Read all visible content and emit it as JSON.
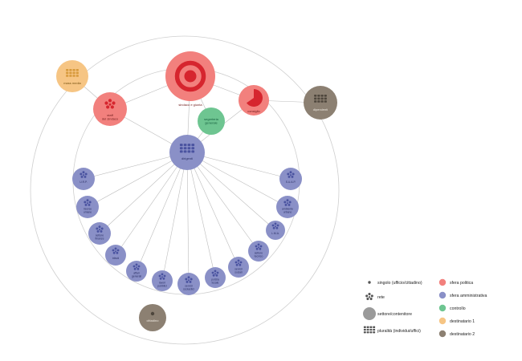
{
  "palette": {
    "politica": "#F2807D",
    "politica_dark": "#D6252E",
    "amministrativa": "#8A90C7",
    "amministrativa_dark": "#4A53A0",
    "controllo": "#6EC591",
    "destinatario1": "#F6C584",
    "destinatario1_dark": "#D79A3C",
    "destinatario2": "#8C8072",
    "destinatario2_dark": "#4E463C",
    "contenitore": "#9A9A9A",
    "icona": "#555555"
  },
  "diagram": {
    "nodes": {
      "mass_media": {
        "label": "mass media"
      },
      "staff": {
        "label": "staff\ndel sindaco"
      },
      "sindaco": {
        "label": "sindaco e giunta"
      },
      "consiglio": {
        "label": "consiglio"
      },
      "segreteria": {
        "label": "segreteria\ngenerale"
      },
      "dirigenti": {
        "label": "dirigenti"
      },
      "dipendenti": {
        "label": "dipendenti"
      },
      "cittadino": {
        "label": "cittadino"
      }
    },
    "fan": [
      {
        "label": "U.R.P."
      },
      {
        "label": "risorse\numane"
      },
      {
        "label": "settore\nfinanze"
      },
      {
        "label": "tributi"
      },
      {
        "label": "affari\ngenerali"
      },
      {
        "label": "lavori\npubblici"
      },
      {
        "label": "servizi\nscolastici"
      },
      {
        "label": "polizia\nlocale"
      },
      {
        "label": "servizi\nsociali"
      },
      {
        "label": "settore\ntecnico"
      },
      {
        "label": "L.M.A."
      },
      {
        "label": "ambiente\nurbano"
      },
      {
        "label": "S.U.A.P."
      }
    ]
  },
  "legend": {
    "shapes": [
      {
        "label": "singolo (ufficio/cittadino)"
      },
      {
        "label": "rete"
      },
      {
        "label": "settore/contenitore"
      },
      {
        "label": "pluralità (individui/uffici)"
      }
    ],
    "spheres": [
      {
        "label": "sfera politica",
        "color": "#F2807D"
      },
      {
        "label": "sfera amministrativa",
        "color": "#8A90C7"
      },
      {
        "label": "controllo",
        "color": "#6EC591"
      },
      {
        "label": "destinatario 1",
        "color": "#F6C584"
      },
      {
        "label": "destinatario 2",
        "color": "#8C8072"
      }
    ]
  }
}
